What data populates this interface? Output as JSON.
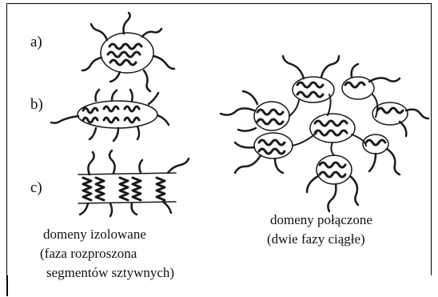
{
  "figure": {
    "labels": {
      "a": "a)",
      "b": "b)",
      "c": "c)"
    },
    "caption_isolated": {
      "line1": "domeny izolowane",
      "line2": "(faza rozproszona",
      "line3": "segmentów sztywnych)"
    },
    "caption_connected": {
      "line1": "domeny połączone",
      "line2": "(dwie fazy ciągłe)"
    }
  }
}
